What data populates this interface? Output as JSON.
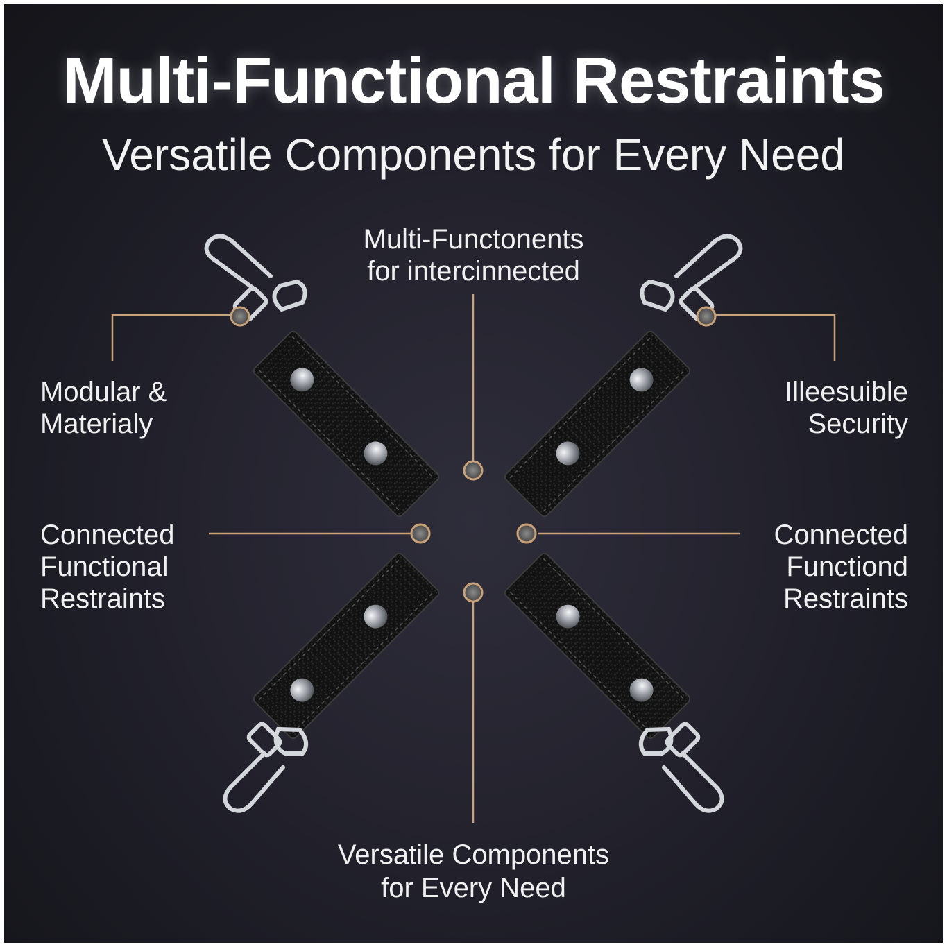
{
  "header": {
    "title": "Multi-Functional Restraints",
    "subtitle": "Versatile Components for Every Need"
  },
  "callouts": {
    "center_top": [
      "Multi-Functonents",
      "for intercinnected"
    ],
    "left_top": [
      "Modular &",
      "Materialy"
    ],
    "right_top": [
      "Illeesuible",
      "Security"
    ],
    "left_middle": [
      "Connected",
      "Functional",
      "Restraints"
    ],
    "right_middle": [
      "Connected",
      "Functiond",
      "Restraints"
    ],
    "bottom": [
      "Versatile Components",
      "for Every Need"
    ]
  },
  "colors": {
    "background": "#1f1e27",
    "strap_leather": "#141414",
    "callout_line": "#c9a27a",
    "hardware_metal": "#cfd2d6",
    "text": "#ffffff"
  },
  "icons": {
    "strap": "leather-strap",
    "clip": "swivel-snap-hook",
    "marker": "callout-dot"
  }
}
